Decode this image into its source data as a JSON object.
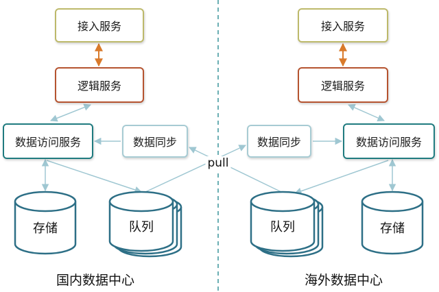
{
  "diagram": {
    "pull": "pull",
    "left": {
      "access": "接入服务",
      "logic": "逻辑服务",
      "data_access": "数据访问服务",
      "sync": "数据同步",
      "storage": "存储",
      "queue": "队列",
      "dc_label": "国内数据中心"
    },
    "right": {
      "access": "接入服务",
      "logic": "逻辑服务",
      "data_access": "数据访问服务",
      "sync": "数据同步",
      "storage": "存储",
      "queue": "队列",
      "dc_label": "海外数据中心"
    }
  },
  "colors": {
    "access_border": "#bdb96a",
    "logic_border": "#b5532f",
    "data_access_border": "#1f7b7f",
    "sync_border": "#a7cbd3",
    "cylinder_stroke": "#2d6f86",
    "light_arrow": "#9fc7d2",
    "orange_arrow": "#d97a2b",
    "divider": "#6aaeb3"
  }
}
